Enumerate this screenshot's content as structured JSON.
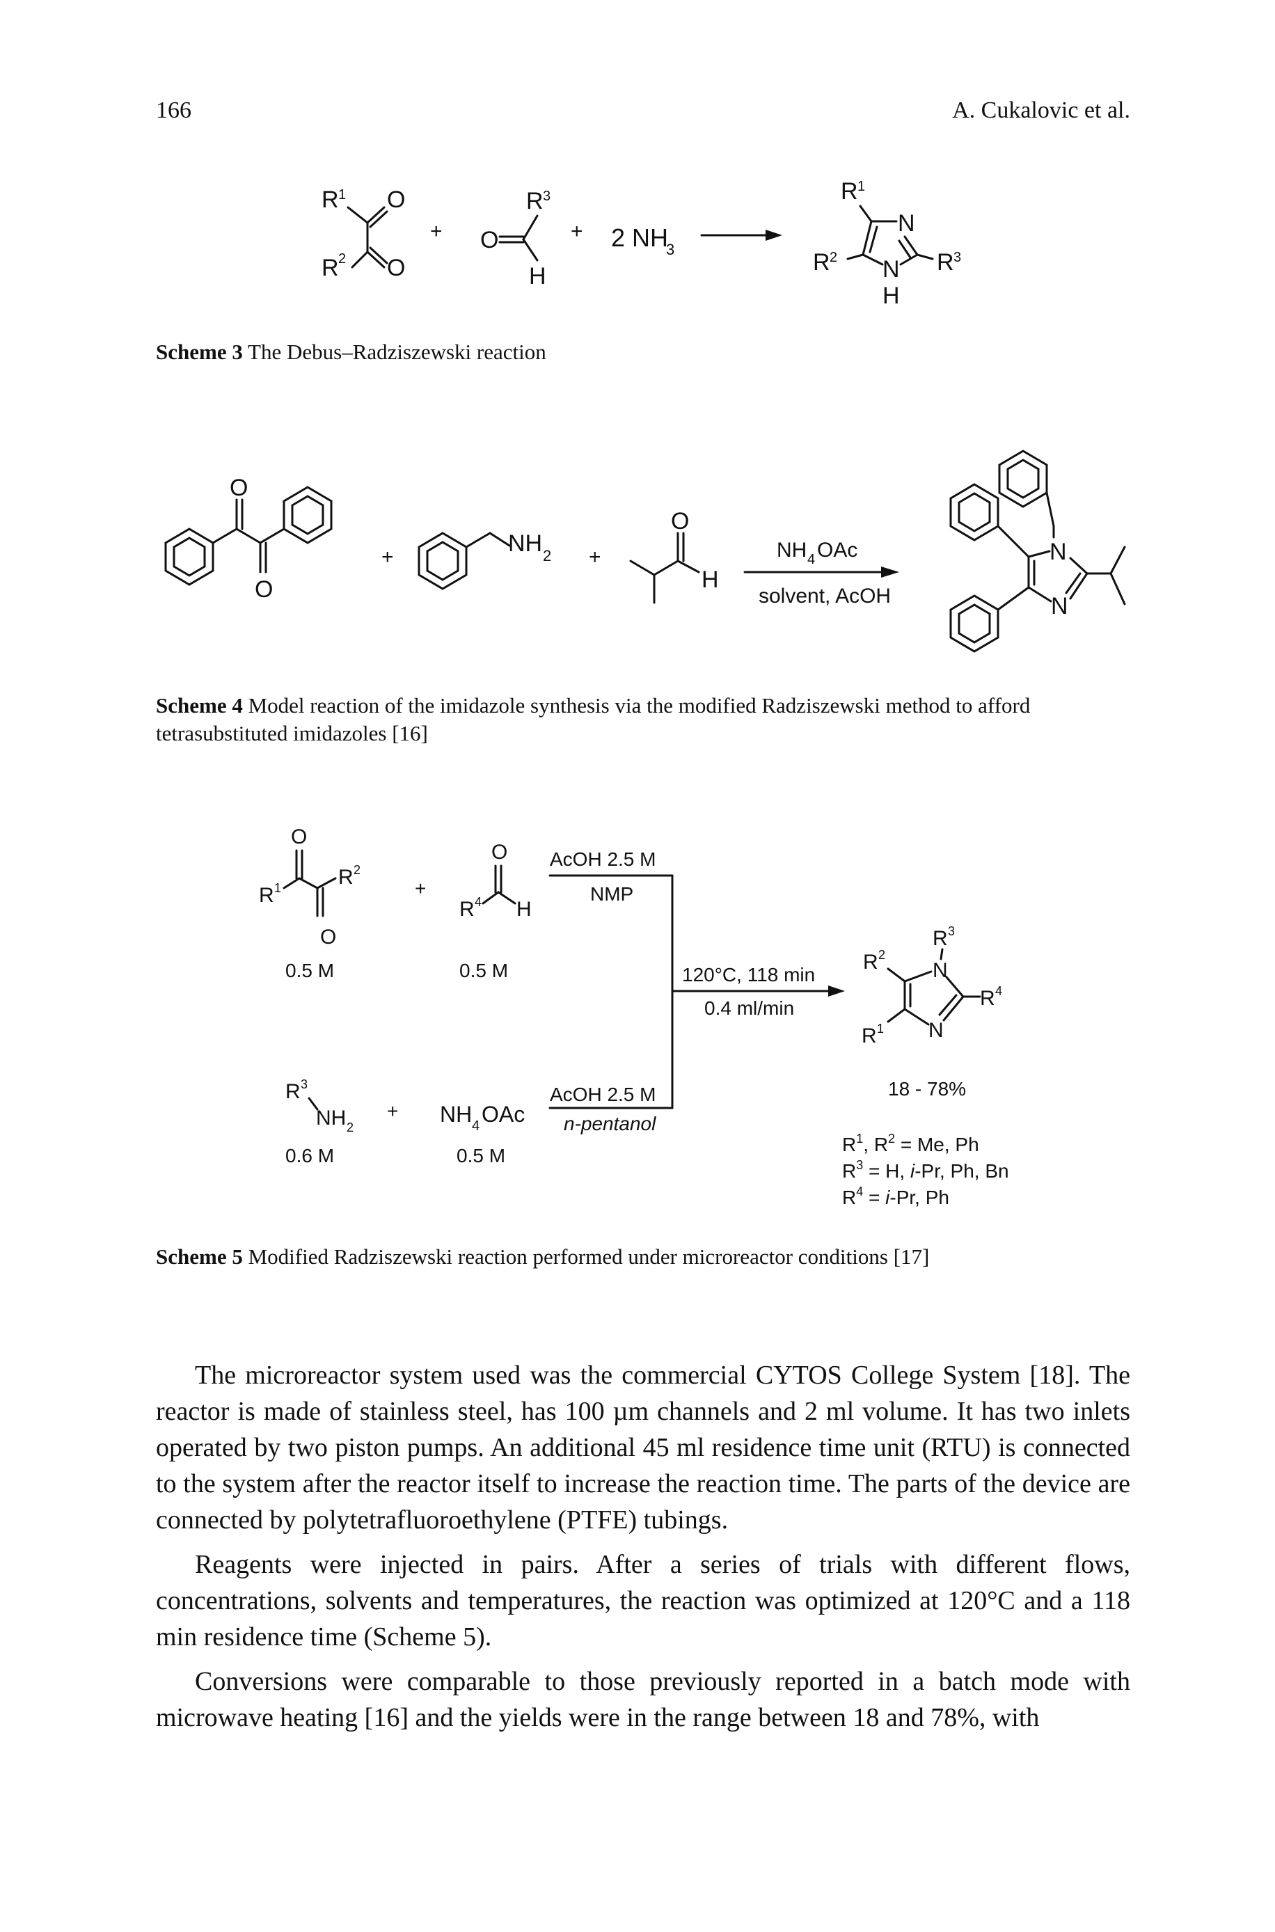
{
  "header": {
    "page_number": "166",
    "running_head": "A. Cukalovic et al."
  },
  "scheme3": {
    "label": "Scheme 3",
    "caption": "The Debus–Radziszewski reaction",
    "reagent_2nh3": "2 NH",
    "nh3_sub": "3",
    "plus": "+",
    "labels": {
      "R1": "R",
      "R2": "R",
      "R3": "R",
      "O": "O",
      "H": "H",
      "N": "N",
      "s1": "1",
      "s2": "2",
      "s3": "3"
    }
  },
  "scheme4": {
    "label": "Scheme 4",
    "caption": "Model reaction of the imidazole synthesis via the modified Radziszewski method to afford tetrasubstituted imidazoles [16]",
    "arrow_top": "NH",
    "arrow_top_sub": "4",
    "arrow_top_rest": "OAc",
    "arrow_bottom": "solvent, AcOH",
    "nh2": "NH",
    "nh2_sub": "2",
    "O": "O",
    "H": "H",
    "N": "N",
    "plus": "+"
  },
  "scheme5": {
    "label": "Scheme 5",
    "caption": "Modified Radziszewski reaction performed under microreactor conditions [17]",
    "stream1_top": "AcOH 2.5 M",
    "stream1_bottom": "NMP",
    "stream2_top": "AcOH 2.5 M",
    "stream2_bottom": "n-pentanol",
    "conditions_top": "120°C, 118 min",
    "conditions_bottom": "0.4 ml/min",
    "conc_diketone": "0.5 M",
    "conc_aldehyde": "0.5 M",
    "conc_amine": "0.6 M",
    "conc_nh4oac": "0.5 M",
    "nh4oac": "NH",
    "nh4oac_sub": "4",
    "nh4oac_rest": "OAc",
    "yield": "18 - 78%",
    "sub_line1_rest": " = Me, Ph",
    "sub_line2_rest": " = H, ",
    "sub_line2_ipr": "i",
    "sub_line2_tail": "-Pr, Ph, Bn",
    "sub_line3_rest": " = ",
    "sub_line3_ipr": "i",
    "sub_line3_tail": "-Pr, Ph",
    "plus": "+",
    "O": "O",
    "H": "H",
    "N": "N",
    "R": "R",
    "comma": ", "
  },
  "body": {
    "p1": "The microreactor system used was the commercial CYTOS College System [18]. The reactor is made of stainless steel, has 100 µm channels and 2 ml volume. It has two inlets operated by two piston pumps. An additional 45 ml residence time unit (RTU) is connected to the system after the reactor itself to increase the reaction time. The parts of the device are connected by polytetrafluoroethylene (PTFE) tubings.",
    "p2": "Reagents were injected in pairs. After a series of trials with different flows, concentrations, solvents and temperatures, the reaction was optimized at 120°C and a 118 min residence time (Scheme 5).",
    "p3": "Conversions were comparable to those previously reported in a batch mode with microwave heating [16] and the yields were in the range between 18 and 78%, with"
  }
}
